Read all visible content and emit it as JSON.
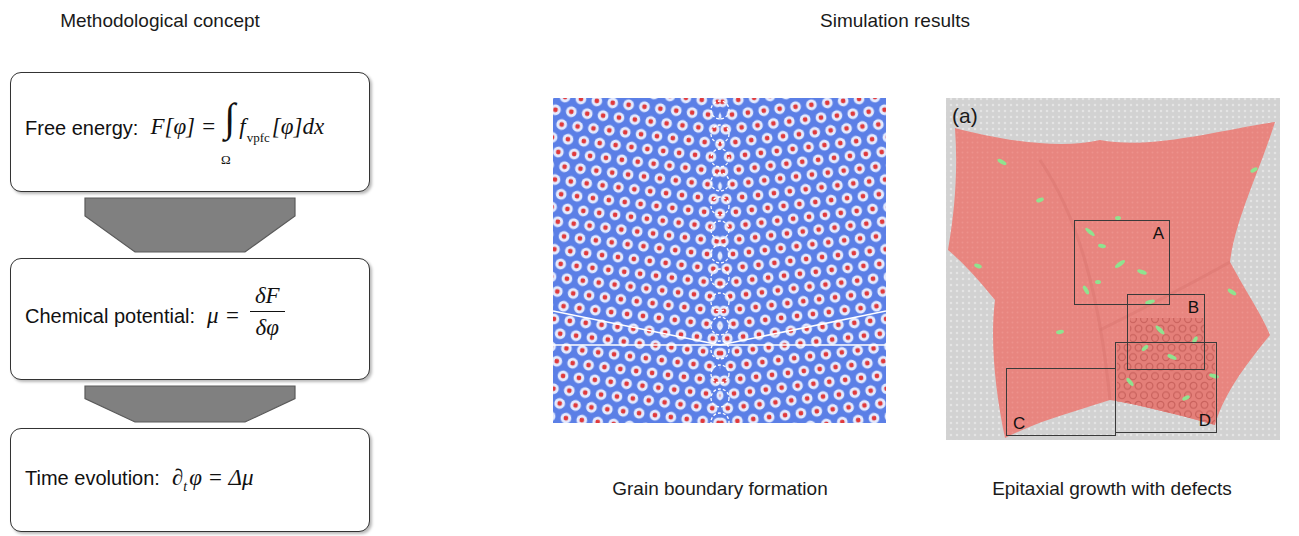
{
  "diagram": {
    "nodes": [
      {
        "text": [
          "Free energy:",
          "F[φ] =",
          "∫",
          "Ω",
          "f",
          "vpfc",
          "[φ]dx"
        ]
      },
      {
        "text": [
          "Chemical potential:",
          "μ =",
          "δF",
          "δφ"
        ]
      },
      {
        "text": [
          "Time evolution:",
          "∂",
          "t",
          "φ = Δμ"
        ]
      },
      {
        "text": [
          "A"
        ]
      },
      {
        "text": [
          "B"
        ]
      },
      {
        "text": [
          "C"
        ]
      },
      {
        "text": [
          "D"
        ]
      }
    ],
    "edges": [
      {
        "from": 0,
        "to": 1,
        "arrow": "to"
      },
      {
        "from": 1,
        "to": 2,
        "arrow": "to"
      }
    ],
    "labels": [
      "Methodological concept",
      "Simulation results",
      "Grain boundary formation",
      "Epitaxial growth with defects",
      "(a)"
    ]
  }
}
